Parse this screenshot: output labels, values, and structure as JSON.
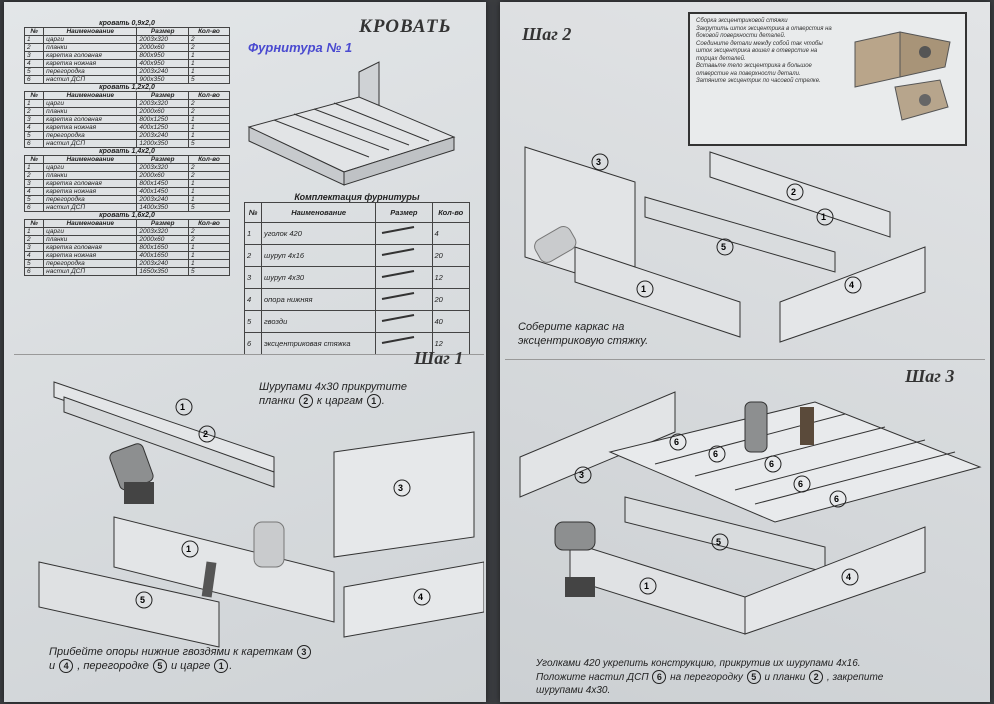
{
  "left": {
    "title": "КРОВАТЬ",
    "furniture_label": "Фурнитура № 1",
    "tables": [
      {
        "caption": "кровать 0,9х2,0",
        "headers": [
          "№",
          "Наименование",
          "Размер",
          "Кол-во"
        ],
        "rows": [
          [
            "1",
            "царги",
            "2003х320",
            "2"
          ],
          [
            "2",
            "планки",
            "2000х60",
            "2"
          ],
          [
            "3",
            "каретка головная",
            "800х950",
            "1"
          ],
          [
            "4",
            "каретка ножная",
            "400х950",
            "1"
          ],
          [
            "5",
            "перегородка",
            "2003х240",
            "1"
          ],
          [
            "6",
            "настил ДСП",
            "900х350",
            "5"
          ]
        ]
      },
      {
        "caption": "кровать 1,2х2,0",
        "headers": [
          "№",
          "Наименование",
          "Размер",
          "Кол-во"
        ],
        "rows": [
          [
            "1",
            "царги",
            "2003х320",
            "2"
          ],
          [
            "2",
            "планки",
            "2000х60",
            "2"
          ],
          [
            "3",
            "каретка головная",
            "800х1250",
            "1"
          ],
          [
            "4",
            "каретка ножная",
            "400х1250",
            "1"
          ],
          [
            "5",
            "перегородка",
            "2003х240",
            "1"
          ],
          [
            "6",
            "настил ДСП",
            "1200х350",
            "5"
          ]
        ]
      },
      {
        "caption": "кровать 1,4х2,0",
        "headers": [
          "№",
          "Наименование",
          "Размер",
          "Кол-во"
        ],
        "rows": [
          [
            "1",
            "царги",
            "2003х320",
            "2"
          ],
          [
            "2",
            "планки",
            "2000х60",
            "2"
          ],
          [
            "3",
            "каретка головная",
            "800х1450",
            "1"
          ],
          [
            "4",
            "каретка ножная",
            "400х1450",
            "1"
          ],
          [
            "5",
            "перегородка",
            "2003х240",
            "1"
          ],
          [
            "6",
            "настил ДСП",
            "1400х350",
            "5"
          ]
        ]
      },
      {
        "caption": "кровать 1,6х2,0",
        "headers": [
          "№",
          "Наименование",
          "Размер",
          "Кол-во"
        ],
        "rows": [
          [
            "1",
            "царги",
            "2003х320",
            "2"
          ],
          [
            "2",
            "планки",
            "2000х60",
            "2"
          ],
          [
            "3",
            "каретка головная",
            "800х1650",
            "1"
          ],
          [
            "4",
            "каретка ножная",
            "400х1650",
            "1"
          ],
          [
            "5",
            "перегородка",
            "2003х240",
            "1"
          ],
          [
            "6",
            "настил ДСП",
            "1650х350",
            "5"
          ]
        ]
      }
    ],
    "accessories": {
      "caption": "Комплектация фурнитуры",
      "headers": [
        "№",
        "Наименование",
        "Размер",
        "Кол-во"
      ],
      "rows": [
        [
          "1",
          "уголок 420",
          "",
          "4"
        ],
        [
          "2",
          "шуруп 4х16",
          "",
          "20"
        ],
        [
          "3",
          "шуруп 4х30",
          "",
          "12"
        ],
        [
          "4",
          "опора нижняя",
          "",
          "20"
        ],
        [
          "5",
          "гвозди",
          "",
          "40"
        ],
        [
          "6",
          "эксцентриковая стяжка",
          "",
          "12"
        ]
      ]
    },
    "step1": {
      "title": "Шаг 1",
      "instruction_line1": "Шурупами 4х30 прикрутите",
      "instruction_line2a": "планки",
      "instruction_line2b": "к царгам",
      "bottom_line1": "Прибейте опоры нижние гвоздями к кареткам",
      "bottom_line2a": "и",
      "bottom_line2b": ", перегородке",
      "bottom_line2c": "и царге"
    }
  },
  "right": {
    "step2": {
      "title": "Шаг 2",
      "info_text": "Сборка эксцентриковой стяжки\nЗакрутить шток эксцентрика в отверстия на боковой поверхности деталей.\nСоедините детали между собой так чтобы шток эксцентрика вошел в отверстие на торцах деталей.\nВставьте тело эксцентрика в большое отверстие на поверхности детали.\nЗатяните эксцентрик по часовой стрелке.",
      "caption_line1": "Соберите каркас на",
      "caption_line2": "эксцентриковую стяжку."
    },
    "step3": {
      "title": "Шаг 3",
      "caption_line1": "Уголками 420 укрепить конструкцию, прикрутив их шурупами 4х16.",
      "caption_line2a": "Положите настил ДСП",
      "caption_line2b": "на перегородку",
      "caption_line2c": "и планки",
      "caption_line2d": ", закрепите",
      "caption_line3": "шурупами 4х30."
    }
  },
  "marks": [
    "1",
    "2",
    "3",
    "4",
    "5",
    "6"
  ]
}
